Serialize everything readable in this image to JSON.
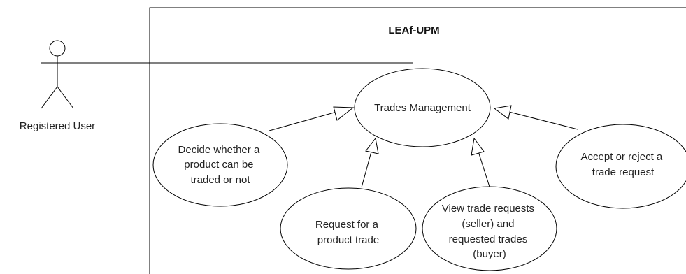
{
  "system": {
    "title": "LEAf-UPM"
  },
  "actor": {
    "label": "Registered User"
  },
  "use_cases": {
    "trades_management": {
      "lines": [
        "Trades Management"
      ]
    },
    "decide_tradeable": {
      "lines": [
        "Decide whether a",
        "product can be",
        "traded or not"
      ]
    },
    "request_trade": {
      "lines": [
        "Request for a",
        "product trade"
      ]
    },
    "view_trades": {
      "lines": [
        "View trade requests",
        "(seller) and",
        "requested trades",
        "(buyer)"
      ]
    },
    "accept_reject": {
      "lines": [
        "Accept or reject a",
        "trade request"
      ]
    }
  },
  "colors": {
    "stroke": "#000000",
    "background": "#ffffff",
    "text": "#222222"
  }
}
